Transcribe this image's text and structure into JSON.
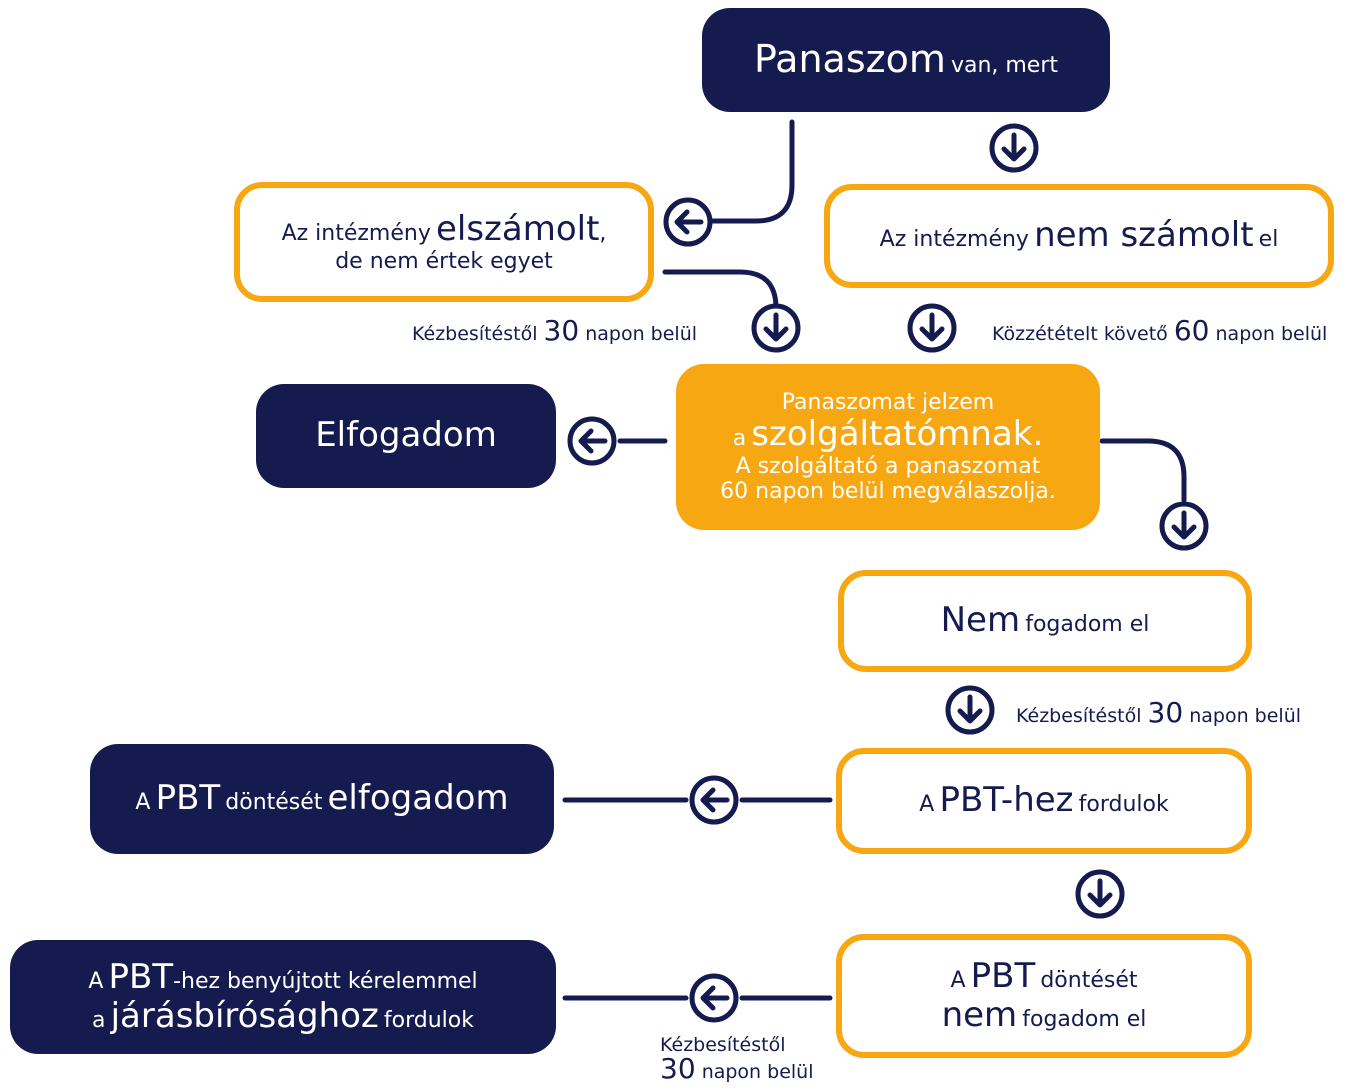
{
  "colors": {
    "navy": "#151b4f",
    "orange": "#f7a712",
    "white": "#ffffff"
  },
  "icons": {
    "down": "arrow-down-circle-icon",
    "left": "arrow-left-circle-icon"
  },
  "nodes": {
    "start": {
      "big": "Panaszom",
      "small": "van, mert"
    },
    "accounted": {
      "a": "Az intézmény",
      "b": "elszámolt",
      "c": ",",
      "d": "de nem értek egyet"
    },
    "not_accounted": {
      "a": "Az intézmény",
      "b": "nem számolt",
      "c": "el"
    },
    "report": {
      "l1": "Panaszomat jelzem",
      "l2a": "a",
      "l2b": "szolgáltatómnak.",
      "l3": "A szolgáltató a panaszomat",
      "l4": "60 napon belül megválaszolja."
    },
    "accept": {
      "text": "Elfogadom"
    },
    "reject": {
      "a": "Nem",
      "b": "fogadom el"
    },
    "pbt": {
      "a": "A",
      "b": "PBT-hez",
      "c": "fordulok"
    },
    "pbt_accept": {
      "a": "A",
      "b": "PBT",
      "c": "döntését",
      "d": "elfogadom"
    },
    "pbt_reject": {
      "a": "A",
      "b": "PBT",
      "c": "döntését",
      "d": "nem",
      "e": "fogadom el"
    },
    "court": {
      "a": "A",
      "b": "PBT",
      "c": "-hez benyújtott kérelemmel",
      "d": "a",
      "e": "járásbírósághoz",
      "f": "fordulok"
    }
  },
  "notes": {
    "n1": {
      "a": "Kézbesítéstől",
      "num": "30",
      "b": "napon belül"
    },
    "n2": {
      "a": "Közzétételt követő",
      "num": "60",
      "b": "napon belül"
    },
    "n3": {
      "a": "Kézbesítéstől",
      "num": "30",
      "b": "napon belül"
    },
    "n4": {
      "a": "Kézbesítéstől",
      "num": "30",
      "b": "napon belül"
    }
  }
}
